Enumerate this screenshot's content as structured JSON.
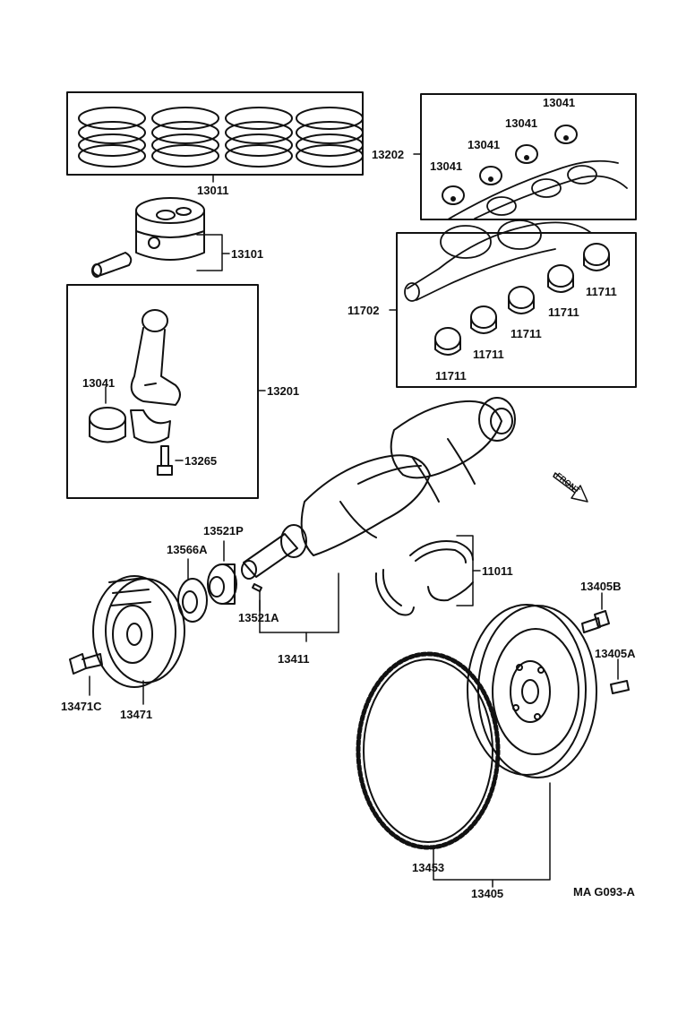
{
  "labels": {
    "piston_rings": "13011",
    "piston": "13101",
    "conrod_assy": "13201",
    "conrod_bearing": "13041",
    "conrod_bolt": "13265",
    "crank_bearing_set": "13202",
    "upper_bearing_a": "13041",
    "upper_bearing_b": "13041",
    "upper_bearing_c": "13041",
    "upper_bearing_d": "13041",
    "main_bearing_set": "11702",
    "main_bearing_a": "11711",
    "main_bearing_b": "11711",
    "main_bearing_c": "11711",
    "main_bearing_d": "11711",
    "main_bearing_e": "11711",
    "crankshaft": "13411",
    "timing_gear": "13521P",
    "key": "13521A",
    "oil_slinger": "13566A",
    "thrust_washer": "11011",
    "pulley": "13471",
    "pulley_bolt": "13471C",
    "flywheel_bolt": "13405B",
    "flywheel_pin": "13405A",
    "ring_gear": "13453",
    "flywheel": "13405",
    "drawing_code": "MA G093-A",
    "front_arrow": "FRONT"
  }
}
